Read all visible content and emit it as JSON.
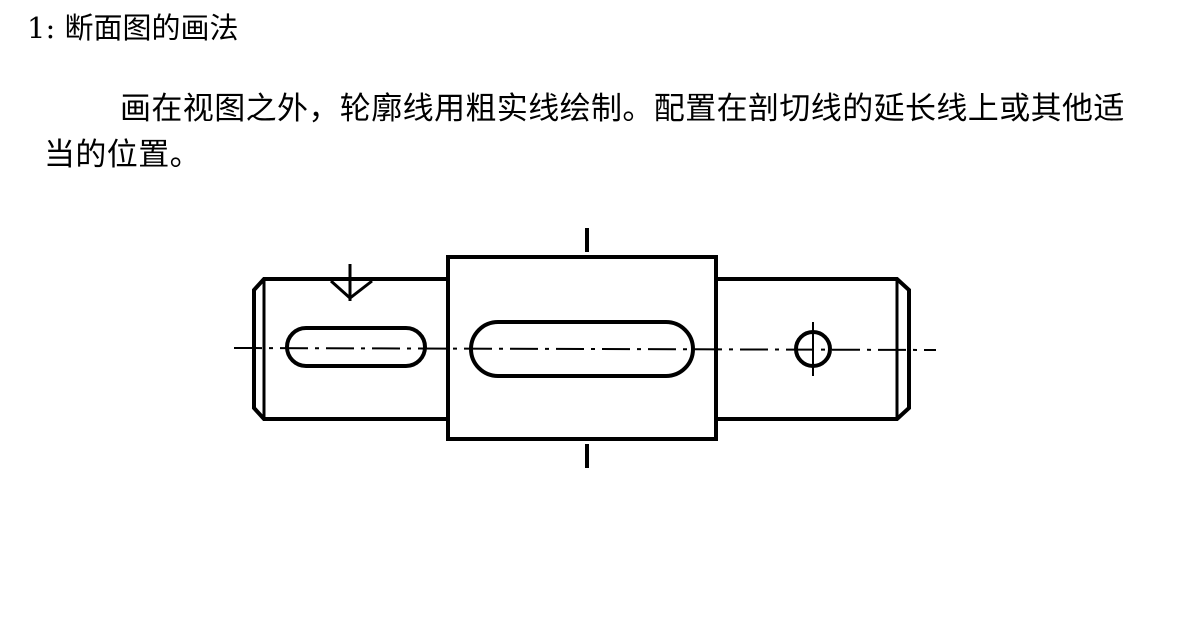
{
  "heading": "1: 断面图的画法",
  "paragraph": "画在视图之外，轮廓线用粗实线绘制。配置在剖切线的延长线上或其他适当的位置。",
  "drawing": {
    "subject": "shaft with keyway slots, through-hole and removed section cutting-plane marks",
    "line_color": "#000000"
  }
}
